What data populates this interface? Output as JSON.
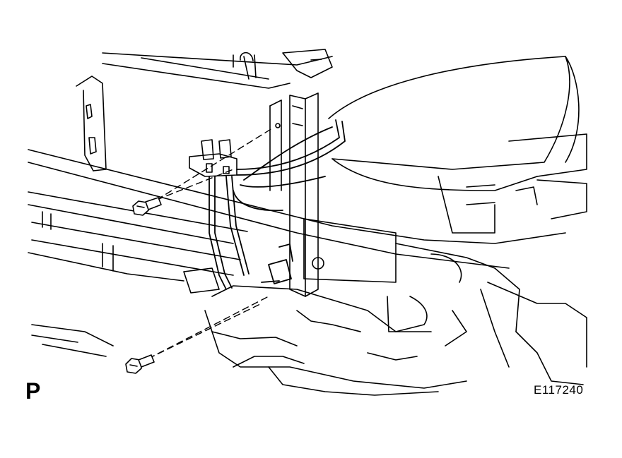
{
  "figure": {
    "view_code": "P",
    "figure_id": "E117240"
  },
  "parts": [
    {
      "name": "upper-bolt"
    },
    {
      "name": "lower-bolt"
    },
    {
      "name": "brake-tube-bracket"
    },
    {
      "name": "brake-lines"
    },
    {
      "name": "radiator-support"
    },
    {
      "name": "headlamp-housing"
    },
    {
      "name": "bumper-reinforcement"
    }
  ],
  "colors": {
    "line": "#000000",
    "background": "#ffffff"
  }
}
